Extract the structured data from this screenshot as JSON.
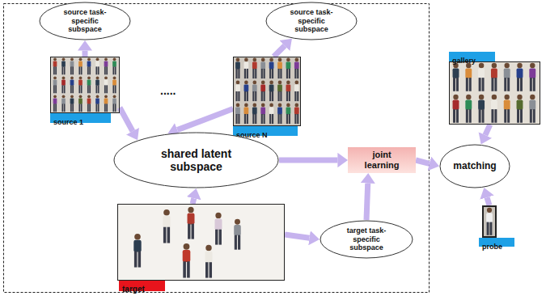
{
  "diagram": {
    "nodes": [
      {
        "text": [
          "source task-specific subspace"
        ]
      },
      {
        "text": [
          "source task-specific subspace"
        ]
      },
      {
        "text": [
          "source 1"
        ]
      },
      {
        "text": [
          "source N"
        ]
      },
      {
        "text": [
          "gallery"
        ]
      },
      {
        "text": [
          "shared latent subspace"
        ]
      },
      {
        "text": [
          "joint learning"
        ]
      },
      {
        "text": [
          "matching"
        ]
      },
      {
        "text": [
          "target"
        ]
      },
      {
        "text": [
          "target task-specific subspace"
        ]
      },
      {
        "text": [
          "probe"
        ]
      }
    ],
    "edges": [
      {
        "from": 2,
        "to": 0,
        "arrow": "to"
      },
      {
        "from": 3,
        "to": 1,
        "arrow": "to"
      },
      {
        "from": 2,
        "to": 5,
        "arrow": "to"
      },
      {
        "from": 3,
        "to": 5,
        "arrow": "to"
      },
      {
        "from": 8,
        "to": 5,
        "arrow": "to"
      },
      {
        "from": 8,
        "to": 9,
        "arrow": "to"
      },
      {
        "from": 5,
        "to": 6,
        "arrow": "to"
      },
      {
        "from": 9,
        "to": 6,
        "arrow": "to"
      },
      {
        "from": 6,
        "to": 7,
        "arrow": "to"
      },
      {
        "from": 4,
        "to": 7,
        "arrow": "to"
      },
      {
        "from": 10,
        "to": 7,
        "arrow": "to"
      }
    ],
    "labels": [
      "....."
    ]
  }
}
